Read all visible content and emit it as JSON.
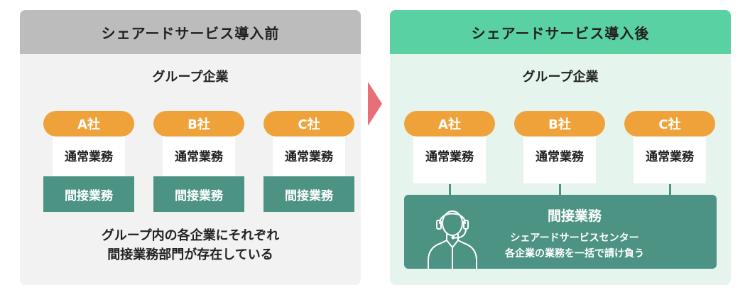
{
  "before": {
    "title": "シェアードサービス導入前",
    "group_title": "グループ企業",
    "companies": [
      {
        "name": "A社",
        "normal": "通常業務",
        "indirect": "間接業務"
      },
      {
        "name": "B社",
        "normal": "通常業務",
        "indirect": "間接業務"
      },
      {
        "name": "C社",
        "normal": "通常業務",
        "indirect": "間接業務"
      }
    ],
    "caption_line1": "グループ内の各企業にそれぞれ",
    "caption_line2": "間接業務部門が存在している"
  },
  "after": {
    "title": "シェアードサービス導入後",
    "group_title": "グループ企業",
    "companies": [
      {
        "name": "A社",
        "normal": "通常業務"
      },
      {
        "name": "B社",
        "normal": "通常業務"
      },
      {
        "name": "C社",
        "normal": "通常業務"
      }
    ],
    "center_title": "間接業務",
    "center_line1": "シェアードサービスセンター",
    "center_line2": "各企業の業務を一括で請け負う"
  },
  "colors": {
    "before_header": "#bcbcbc",
    "after_header": "#5ad1a2",
    "badge": "#f0a23a",
    "indirect": "#4c9384",
    "arrow": "#e86f77"
  },
  "icons": {
    "transition": "right-triangle-arrow",
    "flow": "down-arrow",
    "operator": "headset-operator-icon"
  }
}
